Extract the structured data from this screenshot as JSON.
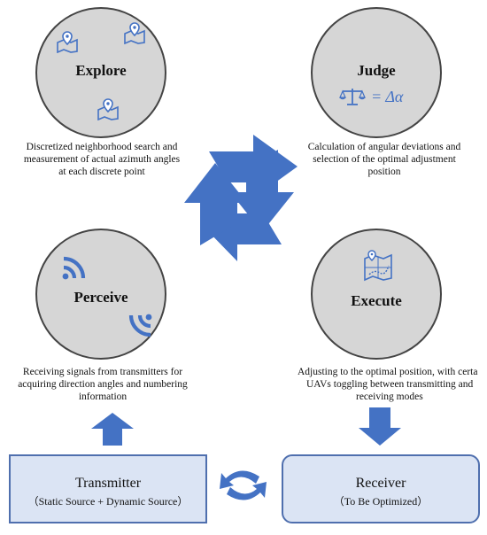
{
  "nodes": {
    "explore": {
      "title": "Explore",
      "desc": [
        "Discretized neighborhood search and",
        "measurement of actual azimuth angles",
        "at each discrete point"
      ]
    },
    "judge": {
      "title": "Judge",
      "formula": "= Δα",
      "desc": [
        "Calculation of angular deviations and",
        "selection of the optimal adjustment",
        "position"
      ]
    },
    "perceive": {
      "title": "Perceive",
      "desc": [
        "Receiving signals from transmitters for",
        "acquiring direction angles and numbering",
        "information"
      ]
    },
    "execute": {
      "title": "Execute",
      "desc": [
        "Adjusting to the optimal position, with certa",
        "UAVs toggling between transmitting and",
        "receiving modes"
      ]
    }
  },
  "boxes": {
    "transmitter": {
      "title": "Transmitter",
      "subtitle": "（Static Source + Dynamic Source）"
    },
    "receiver": {
      "title": "Receiver",
      "subtitle": "（To Be Optimized）"
    }
  },
  "colors": {
    "arrow": "#4472c4",
    "circle_fill": "#d6d6d6",
    "box_fill": "#dbe4f4",
    "box_border": "#4f6fae",
    "icon": "#4472c4"
  },
  "icons": [
    "map-pin-icon",
    "balance-scale-icon",
    "wifi-signal-icon",
    "map-route-icon"
  ]
}
